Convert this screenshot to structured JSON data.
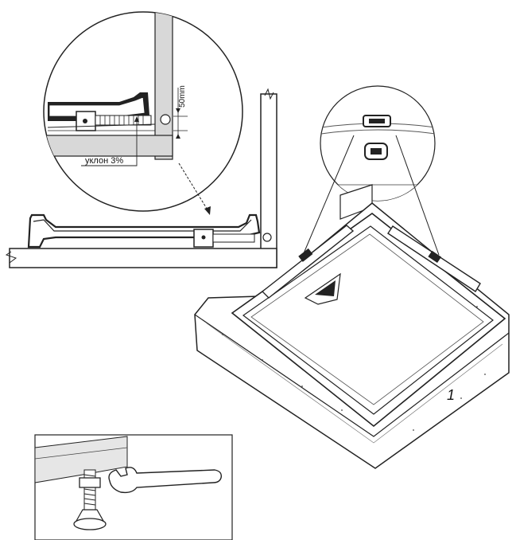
{
  "detail_callout": {
    "dimension_label": "50mm",
    "slope_label": "уклон 3%"
  },
  "tray_view": {
    "item_number": "1"
  }
}
